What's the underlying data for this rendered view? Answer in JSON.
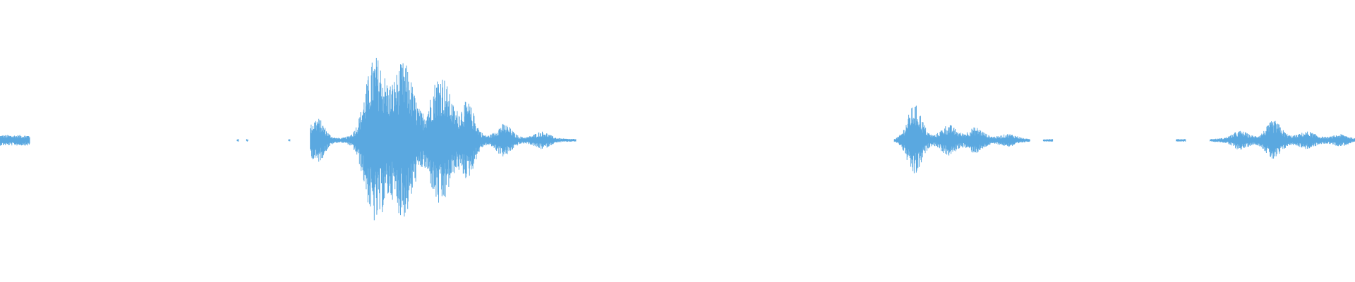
{
  "waveform": {
    "color": "#5aa8e0",
    "background": "#ffffff",
    "segments": [
      {
        "start": 0.0,
        "end": 0.022,
        "peak": 0.04,
        "shape": "flat"
      },
      {
        "start": 0.175,
        "end": 0.176,
        "peak": 0.01,
        "shape": "flat"
      },
      {
        "start": 0.182,
        "end": 0.183,
        "peak": 0.01,
        "shape": "flat"
      },
      {
        "start": 0.213,
        "end": 0.214,
        "peak": 0.01,
        "shape": "flat"
      },
      {
        "start": 0.229,
        "end": 0.425,
        "peak": 0.55,
        "shape": "burst",
        "peaks": [
          {
            "at": 0.234,
            "amp": 0.16
          },
          {
            "at": 0.277,
            "amp": 0.6
          },
          {
            "at": 0.298,
            "amp": 0.55
          },
          {
            "at": 0.325,
            "amp": 0.48
          },
          {
            "at": 0.345,
            "amp": 0.25
          },
          {
            "at": 0.372,
            "amp": 0.1
          },
          {
            "at": 0.4,
            "amp": 0.05
          }
        ]
      },
      {
        "start": 0.66,
        "end": 0.76,
        "peak": 0.25,
        "shape": "burst",
        "peaks": [
          {
            "at": 0.675,
            "amp": 0.25
          },
          {
            "at": 0.7,
            "amp": 0.09
          },
          {
            "at": 0.72,
            "amp": 0.07
          },
          {
            "at": 0.745,
            "amp": 0.03
          }
        ]
      },
      {
        "start": 0.77,
        "end": 0.777,
        "peak": 0.01,
        "shape": "flat"
      },
      {
        "start": 0.868,
        "end": 0.875,
        "peak": 0.01,
        "shape": "flat"
      },
      {
        "start": 0.893,
        "end": 1.0,
        "peak": 0.12,
        "shape": "burst",
        "peaks": [
          {
            "at": 0.915,
            "amp": 0.05
          },
          {
            "at": 0.94,
            "amp": 0.12
          },
          {
            "at": 0.965,
            "amp": 0.04
          },
          {
            "at": 0.99,
            "amp": 0.03
          }
        ]
      }
    ]
  }
}
